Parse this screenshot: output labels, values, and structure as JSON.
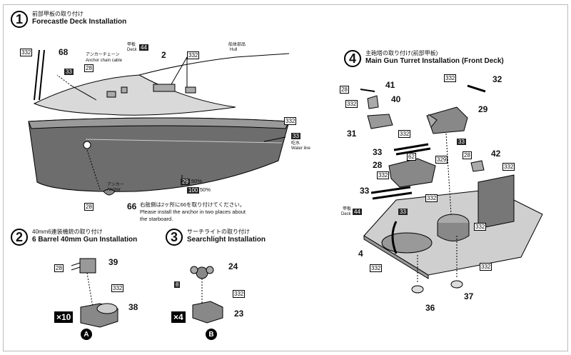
{
  "steps": {
    "s1": {
      "number": "1",
      "jp": "前部甲板の取り付け",
      "en": "Forecastle Deck Installation"
    },
    "s2": {
      "number": "2",
      "jp": "40mm6連装機銃の取り付け",
      "en": "6 Barrel 40mm Gun Installation"
    },
    "s3": {
      "number": "3",
      "jp": "サーチライトの取り付け",
      "en": "Searchlight Installation"
    },
    "s4": {
      "number": "4",
      "jp": "主砲塔の取り付け(前部甲板)",
      "en": "Main Gun Turret Installation (Front Deck)"
    }
  },
  "labels": {
    "anchor_chain_jp": "アンカーチェーン",
    "anchor_chain_en": "Anchor chain cable",
    "deck_jp": "甲板",
    "deck_en": "Deck",
    "hull_jp": "船体部品",
    "hull_en": "Hull",
    "waterline_jp": "吃水",
    "waterline_en": "Water line",
    "anchor_jp": "アンカー",
    "anchor_en": "Anchor",
    "paint_29": "50%",
    "paint_100": "50%",
    "note_jp": "右舷側は2ヶ所に66を取り付けてください。",
    "note_en1": "Please install the anchor in two places about",
    "note_en2": "the starboard.",
    "deck2_jp": "甲板",
    "deck2_en": "Deck"
  },
  "codes": {
    "c29": "29",
    "c100": "100",
    "c44": "44",
    "c44b": "44"
  },
  "parts": {
    "p68": "68",
    "p2": "2",
    "p66": "66",
    "p39": "39",
    "p38": "38",
    "p24": "24",
    "p23": "23",
    "p41": "41",
    "p40": "40",
    "p32": "32",
    "p29": "29",
    "p31": "31",
    "p33a": "33",
    "p28": "28",
    "p42": "42",
    "p33b": "33",
    "p4": "4",
    "p36": "36",
    "p37": "37"
  },
  "colors": {
    "c332": "332",
    "c28": "28",
    "c33": "33",
    "c8": "8",
    "c62": "62",
    "c329": "329"
  },
  "multipliers": {
    "x10": "×10",
    "x4": "×4"
  },
  "subs": {
    "a": "A",
    "b": "B"
  }
}
